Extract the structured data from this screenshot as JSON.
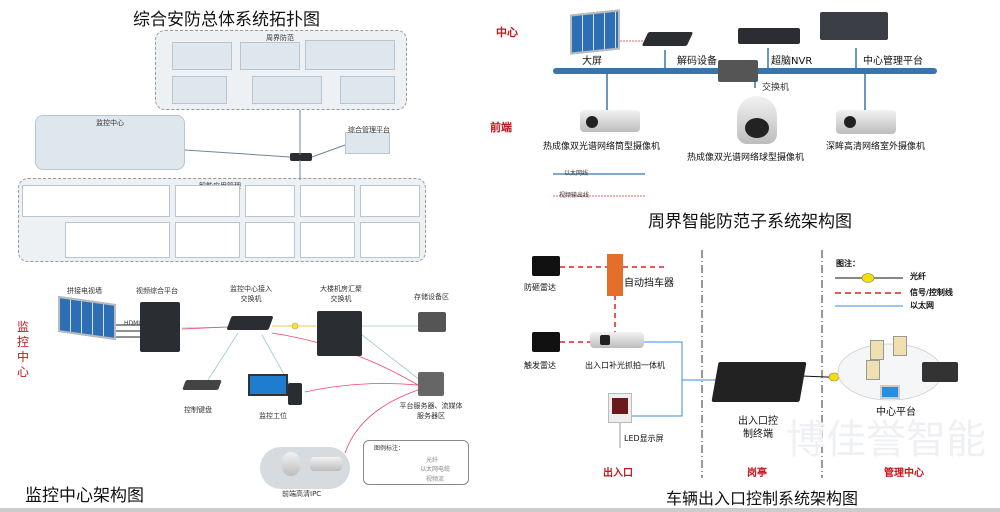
{
  "topology": {
    "title": "综合安防总体系统拓扑图",
    "sections": [
      "周界防范",
      "监控中心",
      "综合管理平台",
      "智能应用管理"
    ]
  },
  "perimeter": {
    "title": "周界智能防范子系统架构图",
    "tier_center": "中心",
    "tier_front": "前端",
    "devices": {
      "screen": "大屏",
      "decoder": "解码设备",
      "nvr": "超脑NVR",
      "platform": "中心管理平台",
      "switch": "交换机",
      "bullet_thermal": "热成像双光谱网络筒型摄像机",
      "dome_thermal": "热成像双光谱网络球型摄像机",
      "outdoor_cam": "深眸高清网络室外摄像机"
    },
    "legend": {
      "ethernet": "以太网线",
      "video_out": "视频输出线"
    },
    "colors": {
      "bus": "#3a74a8",
      "label": "#c0161c"
    }
  },
  "monitor_center": {
    "title": "监控中心架构图",
    "side_label": "监控中心",
    "devices": {
      "video_wall": "拼接电视墙",
      "video_platform": "视频综合平台",
      "access_switch": "监控中心接入交换机",
      "core_switch": "大楼机房汇聚交换机",
      "storage": "存储设备区",
      "keyboard": "控制键盘",
      "workstation": "监控工位",
      "servers": "平台服务器、流媒体服务器区",
      "ipc": "前端高清IPC",
      "hdmi": "HDMI"
    },
    "legend": {
      "title": "图例标注：",
      "fiber": "光纤",
      "ethernet": "以太网电缆",
      "video": "视频流"
    }
  },
  "vehicle": {
    "title": "车辆出入口控制系统架构图",
    "devices": {
      "guard_radar": "防砸雷达",
      "barrier": "自动挡车器",
      "trigger_radar": "触发雷达",
      "camera": "出入口补光抓拍一体机",
      "led": "LED显示屏",
      "terminal": "出入口控制终端",
      "platform": "中心平台"
    },
    "zones": [
      "出入口",
      "岗亭",
      "管理中心"
    ],
    "legend": {
      "title": "图注：",
      "fiber": "光纤",
      "signal": "信号/控制线",
      "ethernet": "以太网"
    },
    "watermark": "博佳誉智能"
  }
}
